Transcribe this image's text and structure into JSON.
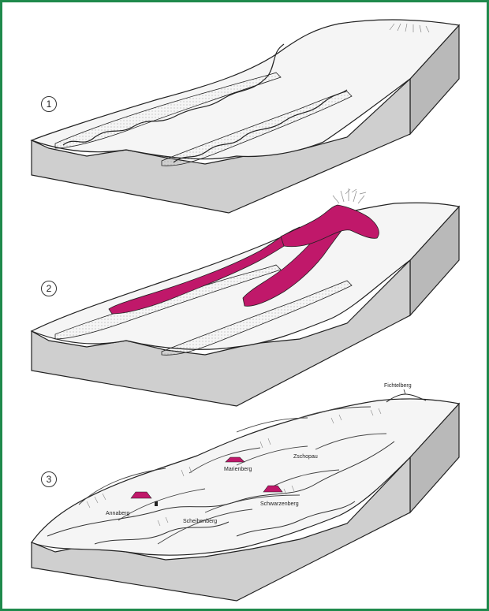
{
  "steps": [
    {
      "label": "1"
    },
    {
      "label": "2"
    },
    {
      "label": "3"
    }
  ],
  "places": {
    "summit": "Fichtelberg",
    "town_a": "Annaberg",
    "town_b": "Marienberg",
    "town_c": "Zschopau",
    "town_d": "Scheibenberg",
    "town_e": "Schwarzenberg"
  },
  "colors": {
    "frame": "#1f8a4c",
    "lava": "#c0186a",
    "block_side": "#c9c9c9",
    "block_front": "#d6d6d6",
    "top_surface": "#f4f4f4",
    "sediment": "#e8e8e8"
  }
}
